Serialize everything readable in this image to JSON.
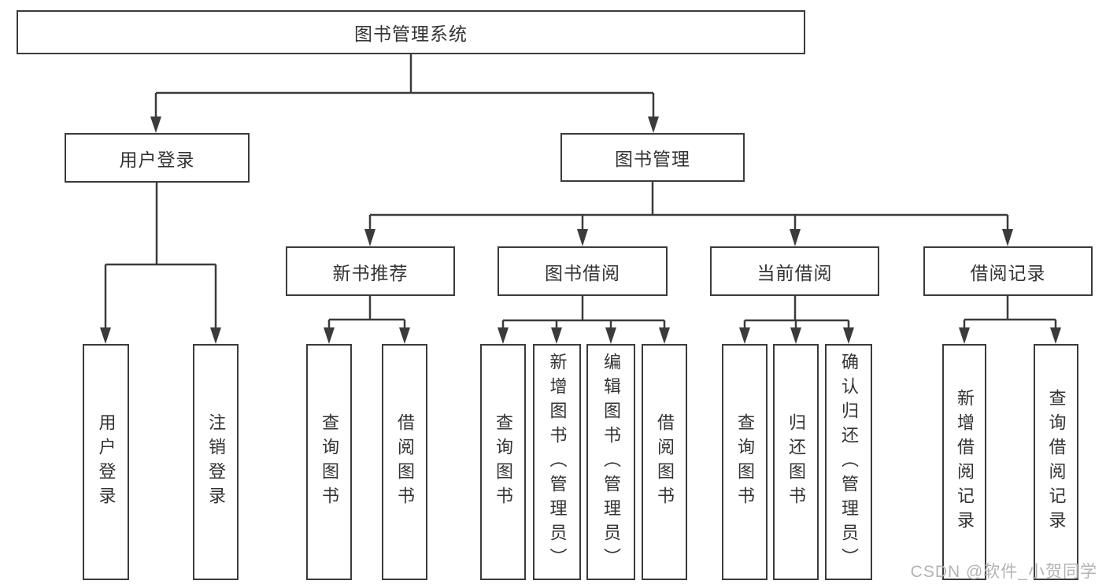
{
  "diagram": {
    "root": {
      "label": "图书管理系统"
    },
    "level2": [
      {
        "label": "用户登录"
      },
      {
        "label": "图书管理"
      }
    ],
    "level3": [
      {
        "label": "新书推荐"
      },
      {
        "label": "图书借阅"
      },
      {
        "label": "当前借阅"
      },
      {
        "label": "借阅记录"
      }
    ],
    "leaves": [
      {
        "label": "用户登录"
      },
      {
        "label": "注销登录"
      },
      {
        "label": "查询图书"
      },
      {
        "label": "借阅图书"
      },
      {
        "label": "查询图书"
      },
      {
        "label": "新增图书（管理员）"
      },
      {
        "label": "编辑图书（管理员）"
      },
      {
        "label": "借阅图书"
      },
      {
        "label": "查询图书"
      },
      {
        "label": "归还图书"
      },
      {
        "label": "确认归还（管理员）"
      },
      {
        "label": "新增借阅记录"
      },
      {
        "label": "查询借阅记录"
      }
    ]
  },
  "watermark": {
    "text": "CSDN @软件_小贺同学"
  },
  "colors": {
    "line": "#3b3b3b",
    "text": "#333333",
    "watermark": "#b3b3b3",
    "background": "#ffffff"
  }
}
